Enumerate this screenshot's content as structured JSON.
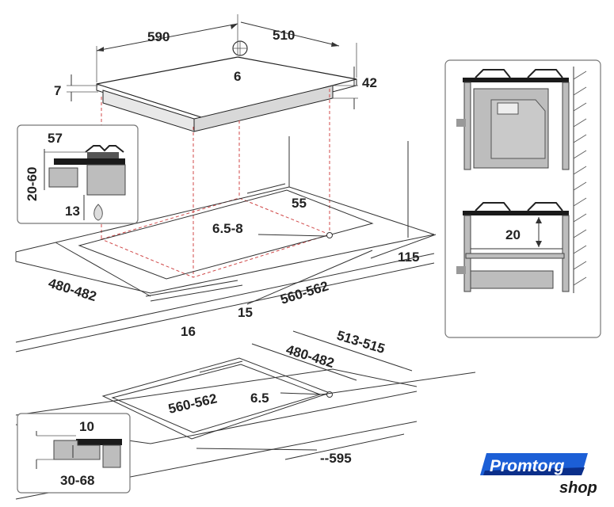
{
  "labels": {
    "d590": "590",
    "d510": "510",
    "d6": "6",
    "d7": "7",
    "d42": "42",
    "d57": "57",
    "d20_60": "20-60",
    "d13": "13",
    "d55": "55",
    "d6_5_8": "6.5-8",
    "d115": "115",
    "d480_482_top": "480-482",
    "d560_562_top": "560-562",
    "d15": "15",
    "d16": "16",
    "d20": "20",
    "d513_515": "513-515",
    "d480_482_bottom": "480-482",
    "d560_562_bottom": "560-562",
    "d6_5": "6.5",
    "d595": "--595",
    "d10": "10",
    "d30_68": "30-68"
  },
  "logo": {
    "main": "Promtorg",
    "sub": "shop"
  },
  "colors": {
    "guide_red": "#d04848",
    "panel_grey": "#bdbdbd",
    "logo_blue": "#1c5fd6",
    "logo_dark": "#0b2f8a"
  }
}
